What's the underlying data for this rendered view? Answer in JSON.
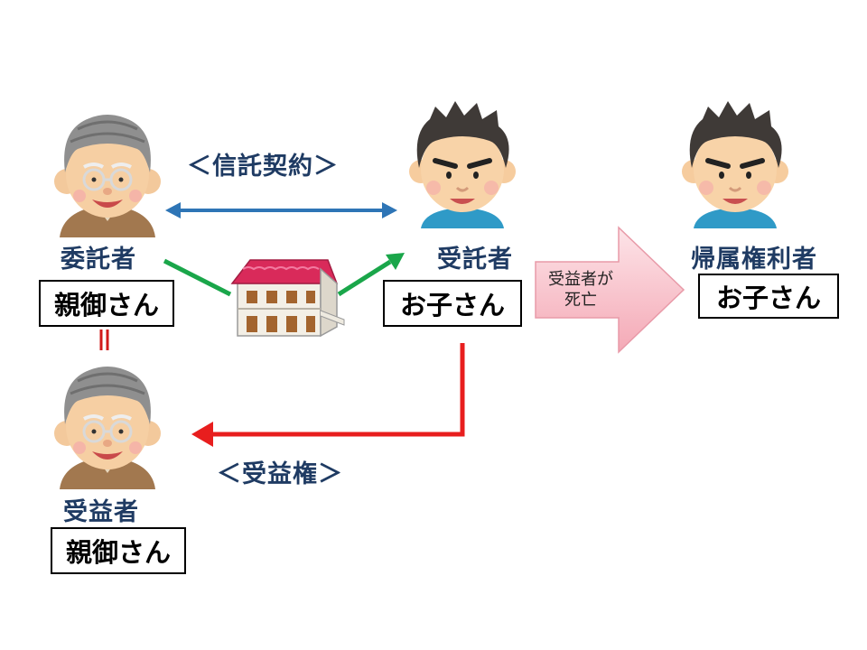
{
  "labels": {
    "settlor": "委託者",
    "trustee": "受託者",
    "beneficiary": "受益者",
    "remainder": "帰属権利者"
  },
  "boxes": {
    "settlor": "親御さん",
    "trustee": "お子さん",
    "beneficiary": "親御さん",
    "remainder": "お子さん"
  },
  "relations": {
    "contract": "＜信託契約＞",
    "benefit": "＜受益権＞"
  },
  "event": {
    "line1": "受益者が",
    "line2": "死亡"
  },
  "colors": {
    "contract_arrow": "#2e75b6",
    "transfer_arrow": "#1aa64a",
    "benefit_arrow": "#e81e1e",
    "equal_sign": "#d11a1a",
    "event_arrow_fill": "#f8c6cf",
    "label_text": "#1f3b63"
  },
  "icons": [
    "elderly-man-icon",
    "young-man-icon",
    "house-icon"
  ]
}
